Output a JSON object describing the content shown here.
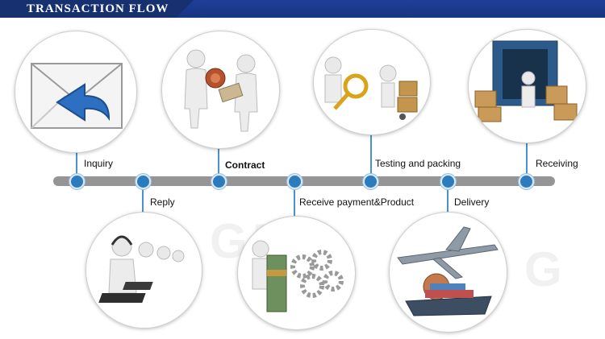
{
  "header": {
    "title": "TRANSACTION FLOW"
  },
  "steps": [
    {
      "label": "Inquiry",
      "icon": "envelope-icon"
    },
    {
      "label": "Reply",
      "icon": "call-center-icon"
    },
    {
      "label": "Contract",
      "icon": "handshake-stamp-icon"
    },
    {
      "label": "Receive payment&Product",
      "icon": "money-gears-icon"
    },
    {
      "label": "Testing and packing",
      "icon": "magnifier-boxes-icon"
    },
    {
      "label": "Delivery",
      "icon": "plane-ship-globe-icon"
    },
    {
      "label": "Receiving",
      "icon": "container-boxes-icon"
    }
  ],
  "colors": {
    "header": "#1e3f97",
    "node": "#2c7bbd",
    "timeline": "#959595",
    "connector": "#4a92cd"
  }
}
